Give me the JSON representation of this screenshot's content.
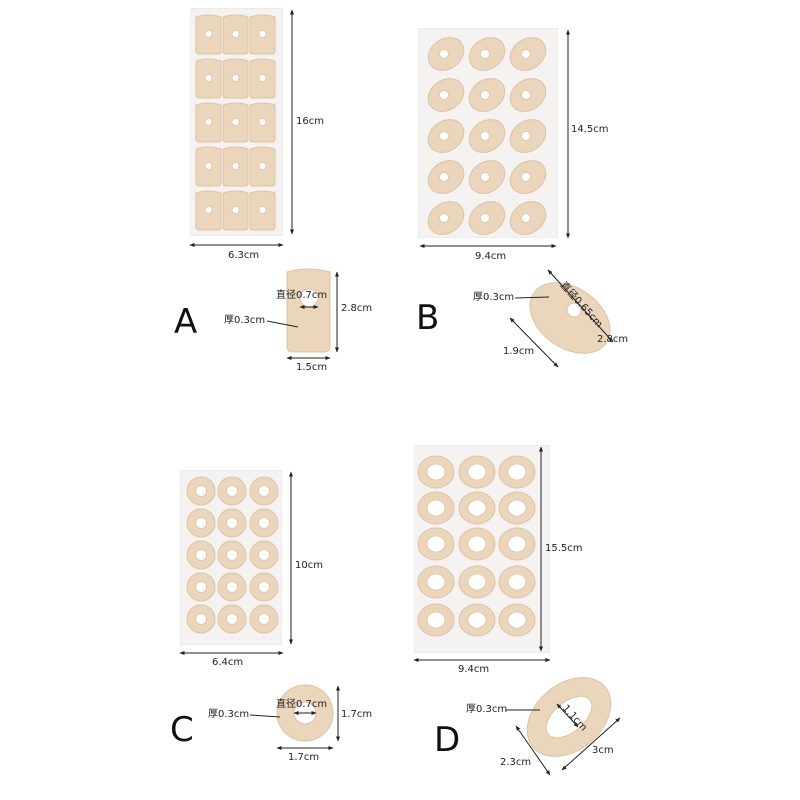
{
  "colors": {
    "pad": "#ecd6bb",
    "pad_edge": "#dcc3a4",
    "sheet": "#f5f3f1",
    "line": "#222222"
  },
  "panels": {
    "a": {
      "letter": "A",
      "width": "6.3cm",
      "height": "16cm",
      "pad_height": "2.8cm",
      "pad_width": "1.5cm",
      "hole_diameter": "直径0.7cm",
      "thickness": "厚0.3cm"
    },
    "b": {
      "letter": "B",
      "width": "9.4cm",
      "height": "14.5cm",
      "hole_diameter": "直径0.65cm",
      "thickness": "厚0.3cm",
      "pad_long": "2.8cm",
      "pad_short": "1.9cm"
    },
    "c": {
      "letter": "C",
      "width": "6.4cm",
      "height": "10cm",
      "hole_diameter": "直径0.7cm",
      "thickness": "厚0.3cm",
      "pad_height": "1.7cm",
      "pad_width": "1.7cm"
    },
    "d": {
      "letter": "D",
      "width": "9.4cm",
      "height": "15.5cm",
      "hole_diameter": "1.1cm",
      "thickness": "厚0.3cm",
      "pad_long": "3cm",
      "pad_short": "2.3cm"
    }
  }
}
